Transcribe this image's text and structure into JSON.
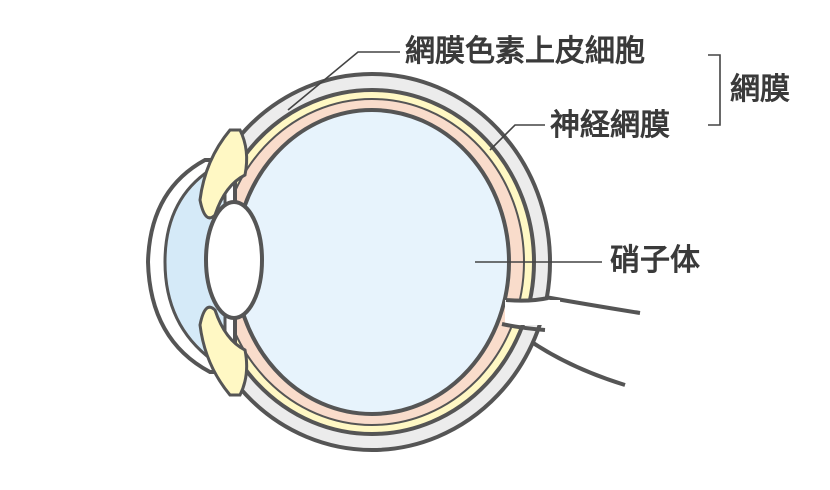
{
  "labels": {
    "rpe": "網膜色素上皮細胞",
    "neural_retina": "神経網膜",
    "retina": "網膜",
    "vitreous": "硝子体"
  },
  "colors": {
    "outline": "#555555",
    "sclera": "#ececec",
    "choroid": "#fff8c4",
    "retina": "#f9dccb",
    "vitreous": "#e7f3fc",
    "cornea": "#d5eaf8"
  }
}
